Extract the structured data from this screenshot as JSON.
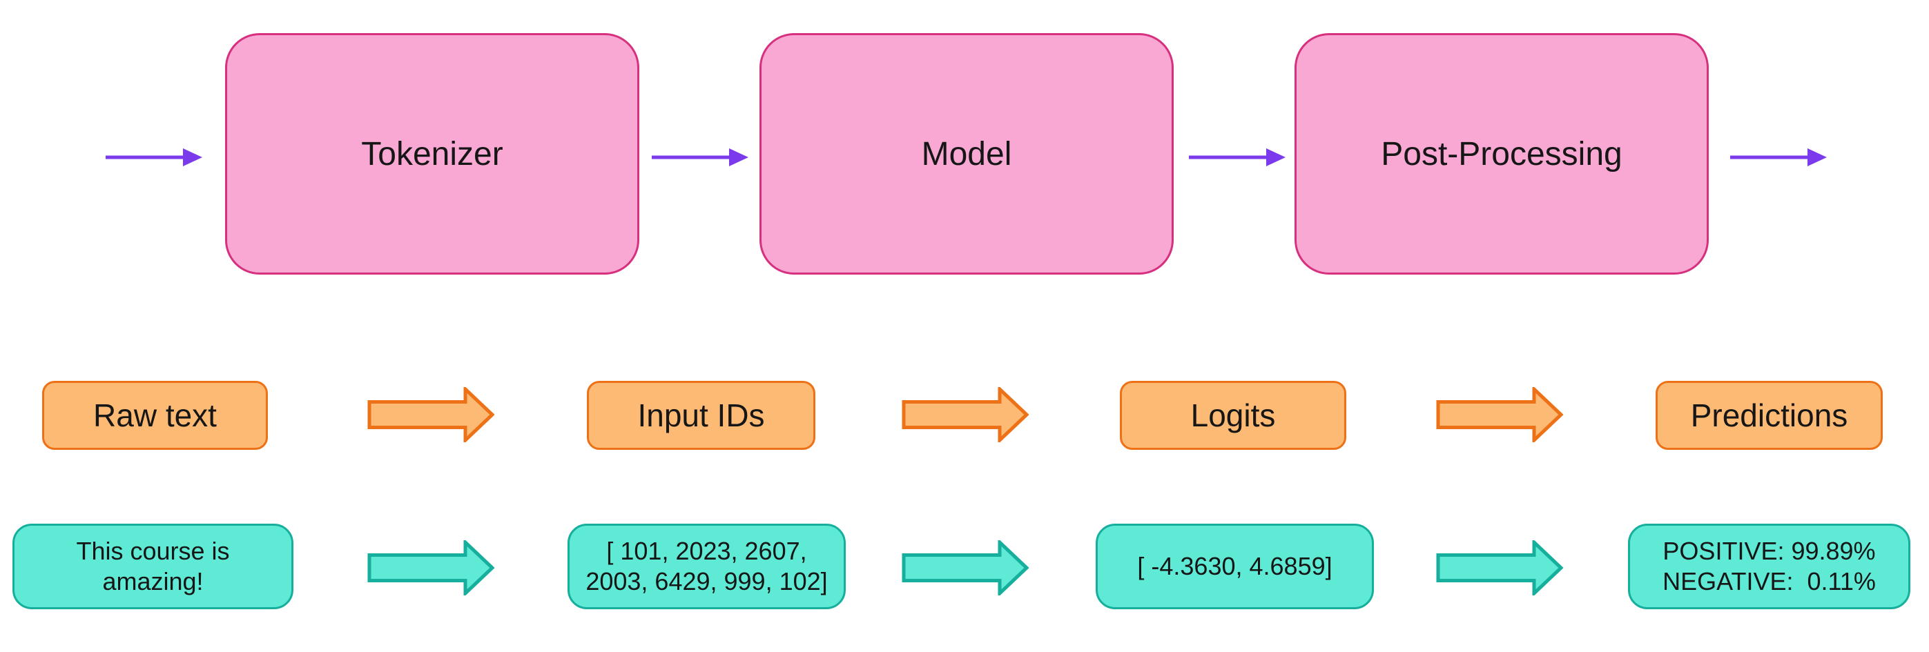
{
  "diagram": {
    "stages": [
      {
        "label": "Tokenizer"
      },
      {
        "label": "Model"
      },
      {
        "label": "Post-Processing"
      }
    ],
    "flow_labels": [
      {
        "label": "Raw text"
      },
      {
        "label": "Input IDs"
      },
      {
        "label": "Logits"
      },
      {
        "label": "Predictions"
      }
    ],
    "examples": [
      {
        "line1": "This course is",
        "line2": "amazing!"
      },
      {
        "line1": "[ 101, 2023, 2607,",
        "line2": "2003, 6429, 999, 102]"
      },
      {
        "line1": "[ -4.3630, 4.6859]",
        "line2": ""
      },
      {
        "line1": "POSITIVE: 99.89%",
        "line2": "NEGATIVE:  0.11%"
      }
    ],
    "colors": {
      "stage_fill": "#F9A8D4",
      "stage_border": "#D6307F",
      "label_fill": "#FDBA74",
      "label_border": "#ED7116",
      "example_fill": "#5EEAD4",
      "example_border": "#16AE9C",
      "flow_arrow": "#7C3AED",
      "text": "#161616"
    }
  }
}
